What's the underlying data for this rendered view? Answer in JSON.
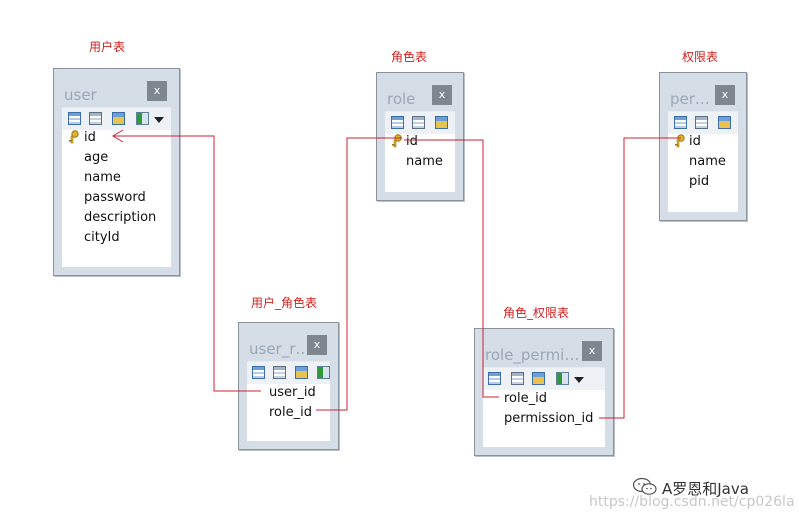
{
  "captions": {
    "user": "用户表",
    "role": "角色表",
    "permission": "权限表",
    "user_role": "用户_角色表",
    "role_permission": "角色_权限表"
  },
  "tables": {
    "user": {
      "title": "user",
      "close": "x",
      "fields": [
        "id",
        "age",
        "name",
        "password",
        "description",
        "cityId"
      ]
    },
    "role": {
      "title": "role",
      "close": "x",
      "fields": [
        "id",
        "name"
      ]
    },
    "permission": {
      "title": "per…",
      "close": "x",
      "fields": [
        "id",
        "name",
        "pid"
      ]
    },
    "user_role": {
      "title": "user_r…",
      "close": "x",
      "fields": [
        "user_id",
        "role_id"
      ]
    },
    "role_permission": {
      "title": "role_permi…",
      "close": "x",
      "fields": [
        "role_id",
        "permission_id"
      ]
    }
  },
  "watermark": {
    "url": "https://blog.csdn.net/cp026la",
    "brand": "A罗恩和Java"
  },
  "colors": {
    "relation_line": "#cc2233",
    "caption": "#cc2222",
    "table_frame": "#d5dde7",
    "close_button": "#7e8790",
    "key_icon": "#e0b431"
  },
  "icons": [
    "key-icon",
    "close-icon",
    "add-field-icon",
    "remove-field-icon",
    "key-field-icon",
    "import-field-icon",
    "dropdown-arrow-icon",
    "wechat-icon"
  ]
}
